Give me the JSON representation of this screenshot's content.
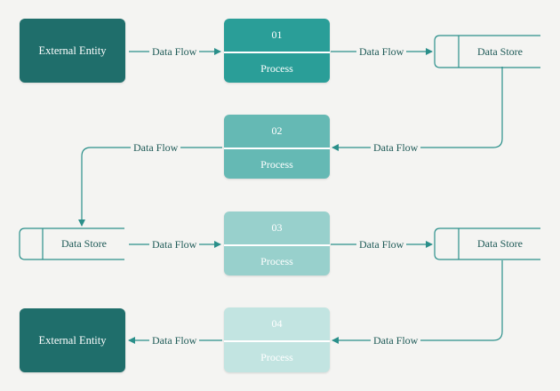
{
  "entities": {
    "top": "External Entity",
    "bottom": "External Entity"
  },
  "processes": [
    {
      "number": "01",
      "label": "Process"
    },
    {
      "number": "02",
      "label": "Process"
    },
    {
      "number": "03",
      "label": "Process"
    },
    {
      "number": "04",
      "label": "Process"
    }
  ],
  "stores": {
    "store_top_right": "Data Store",
    "store_mid_left": "Data Store",
    "store_mid_right": "Data Store"
  },
  "flows": {
    "f1": "Data Flow",
    "f2": "Data Flow",
    "f3": "Data Flow",
    "f4": "Data Flow",
    "f5": "Data Flow",
    "f6": "Data Flow",
    "f7": "Data Flow",
    "f8": "Data Flow"
  },
  "colors": {
    "entity": "#1f6e6b",
    "process_01": "#2a9e98",
    "process_02": "#65b9b4",
    "process_03": "#98d0cc",
    "process_04": "#c2e4e1",
    "line": "#2a8f8a"
  }
}
